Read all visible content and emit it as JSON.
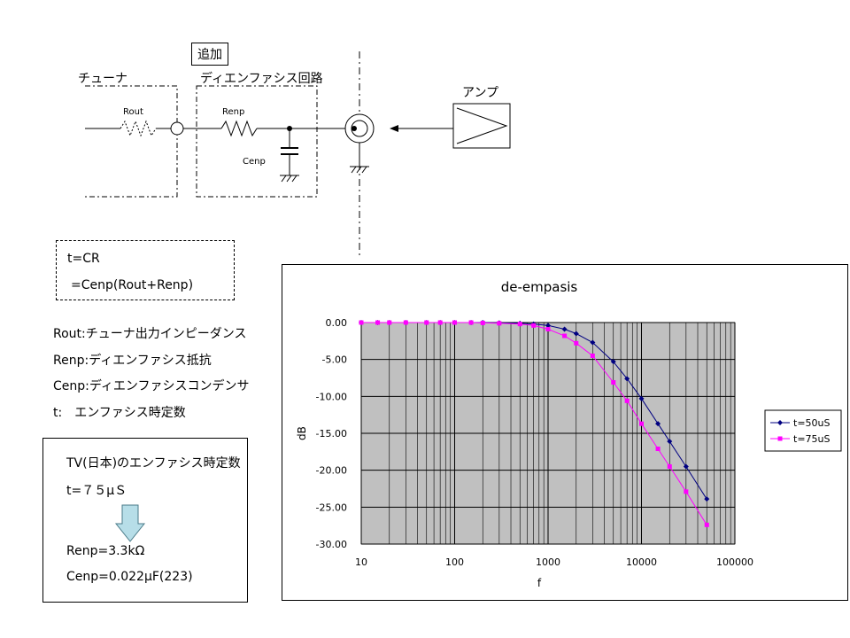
{
  "circuit": {
    "add_label": "追加",
    "tuner_label": "チューナ",
    "deemph_label": "ディエンファシス回路",
    "amp_label": "アンプ",
    "rout_label": "Rout",
    "renp_label": "Renp",
    "cenp_label": "Cenp"
  },
  "formula": {
    "line1": "t=CR",
    "line2": "=Cenp(Rout+Renp)"
  },
  "definitions": [
    "Rout:チューナ出力インピーダンス",
    "Renp:ディエンファシス抵抗",
    "Cenp:ディエンファシスコンデンサ",
    "t:　エンファシス時定数"
  ],
  "tv_box": {
    "title": "TV(日本)のエンファシス時定数",
    "t_value": "t=７５μＳ",
    "renp_value": "Renp=3.3kΩ",
    "cenp_value": "Cenp=0.022μF(223)"
  },
  "colors": {
    "series1": "#000080",
    "series2": "#ff00ff",
    "plot_bg": "#c0c0c0",
    "arrow_fill": "#b7dee8"
  },
  "chart_data": {
    "type": "line",
    "title": "de-empasis",
    "xlabel": "f",
    "ylabel": "dB",
    "xscale": "log",
    "xlim": [
      10,
      100000
    ],
    "ylim": [
      -30,
      0
    ],
    "x_ticks": [
      "10",
      "100",
      "1000",
      "10000",
      "100000"
    ],
    "y_ticks": [
      "0.00",
      "-5.00",
      "-10.00",
      "-15.00",
      "-20.00",
      "-25.00",
      "-30.00"
    ],
    "grid": true,
    "legend": "right",
    "x": [
      10,
      15,
      20,
      30,
      50,
      70,
      100,
      150,
      200,
      300,
      500,
      700,
      1000,
      1500,
      2000,
      3000,
      5000,
      7000,
      10000,
      15000,
      20000,
      30000,
      50000
    ],
    "series": [
      {
        "name": "t=50uS",
        "marker": "diamond",
        "values": [
          0,
          0,
          0,
          0,
          0,
          0,
          0,
          0,
          0,
          -0.05,
          -0.1,
          -0.2,
          -0.4,
          -0.9,
          -1.5,
          -2.7,
          -5.3,
          -7.6,
          -10.3,
          -13.7,
          -16.1,
          -19.5,
          -23.9
        ]
      },
      {
        "name": "t=75uS",
        "marker": "square",
        "values": [
          0,
          0,
          0,
          0,
          0,
          0,
          0,
          0,
          -0.05,
          -0.1,
          -0.2,
          -0.4,
          -0.9,
          -1.8,
          -2.8,
          -4.5,
          -8.1,
          -10.6,
          -13.7,
          -17.1,
          -19.5,
          -22.9,
          -27.4
        ]
      }
    ]
  }
}
